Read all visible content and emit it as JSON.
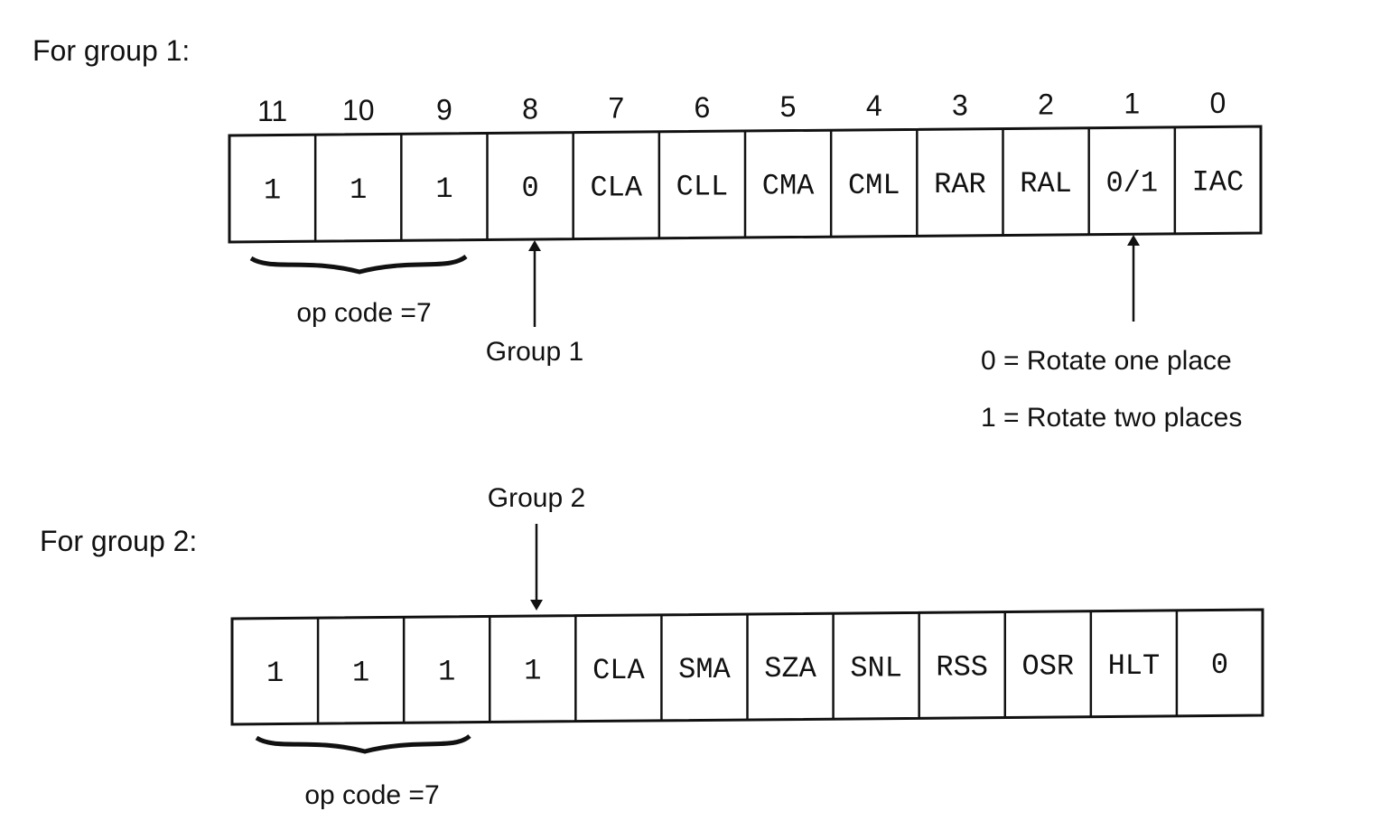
{
  "group1": {
    "heading": "For group 1:",
    "bit_numbers": [
      "11",
      "10",
      "9",
      "8",
      "7",
      "6",
      "5",
      "4",
      "3",
      "2",
      "1",
      "0"
    ],
    "cells": [
      "1",
      "1",
      "1",
      "0",
      "CLA",
      "CLL",
      "CMA",
      "CML",
      "RAR",
      "RAL",
      "0/1",
      "IAC"
    ],
    "opcode_label": "op code =7",
    "group_label": "Group 1",
    "rotate_note_0": "0 = Rotate one place",
    "rotate_note_1": "1 = Rotate two places"
  },
  "group2": {
    "heading": "For group 2:",
    "cells": [
      "1",
      "1",
      "1",
      "1",
      "CLA",
      "SMA",
      "SZA",
      "SNL",
      "RSS",
      "OSR",
      "HLT",
      "0"
    ],
    "opcode_label": "op code =7",
    "group_label": "Group 2"
  }
}
